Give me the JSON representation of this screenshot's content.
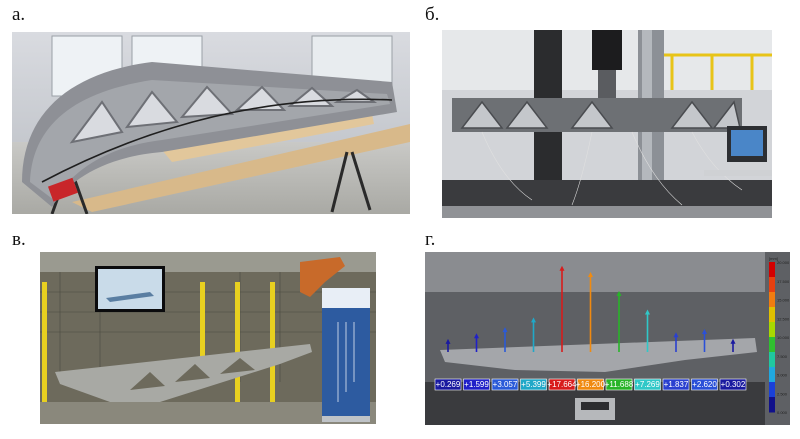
{
  "panels": [
    {
      "id": "a",
      "label": "а."
    },
    {
      "id": "b",
      "label": "б."
    },
    {
      "id": "v",
      "label": "в."
    },
    {
      "id": "g",
      "label": "г."
    }
  ],
  "legend": {
    "unit": "[mm]",
    "ticks": [
      "20.000",
      "17.500",
      "15.000",
      "12.500",
      "10.000",
      "7.500",
      "5.000",
      "2.500",
      "0.000"
    ]
  },
  "measurements": [
    {
      "value": "+0.269",
      "color": "#1a1aa0"
    },
    {
      "value": "+1.599",
      "color": "#2020c8"
    },
    {
      "value": "+3.057",
      "color": "#2a5ad8"
    },
    {
      "value": "+5.399",
      "color": "#20a8c8"
    },
    {
      "value": "+17.664",
      "color": "#d81c1c"
    },
    {
      "value": "+16.200",
      "color": "#f08a10"
    },
    {
      "value": "+11.688",
      "color": "#28b428"
    },
    {
      "value": "+7.269",
      "color": "#30c8c8"
    },
    {
      "value": "+1.837",
      "color": "#2a40d0"
    },
    {
      "value": "+2.620",
      "color": "#2a50d8"
    },
    {
      "value": "+0.302",
      "color": "#1a1aa0"
    }
  ],
  "colors": {
    "legend": [
      "#d40000",
      "#e84010",
      "#f07c10",
      "#e0c000",
      "#a8d800",
      "#30c030",
      "#20c8a0",
      "#20a8e0",
      "#1a40d8",
      "#10108a"
    ]
  }
}
